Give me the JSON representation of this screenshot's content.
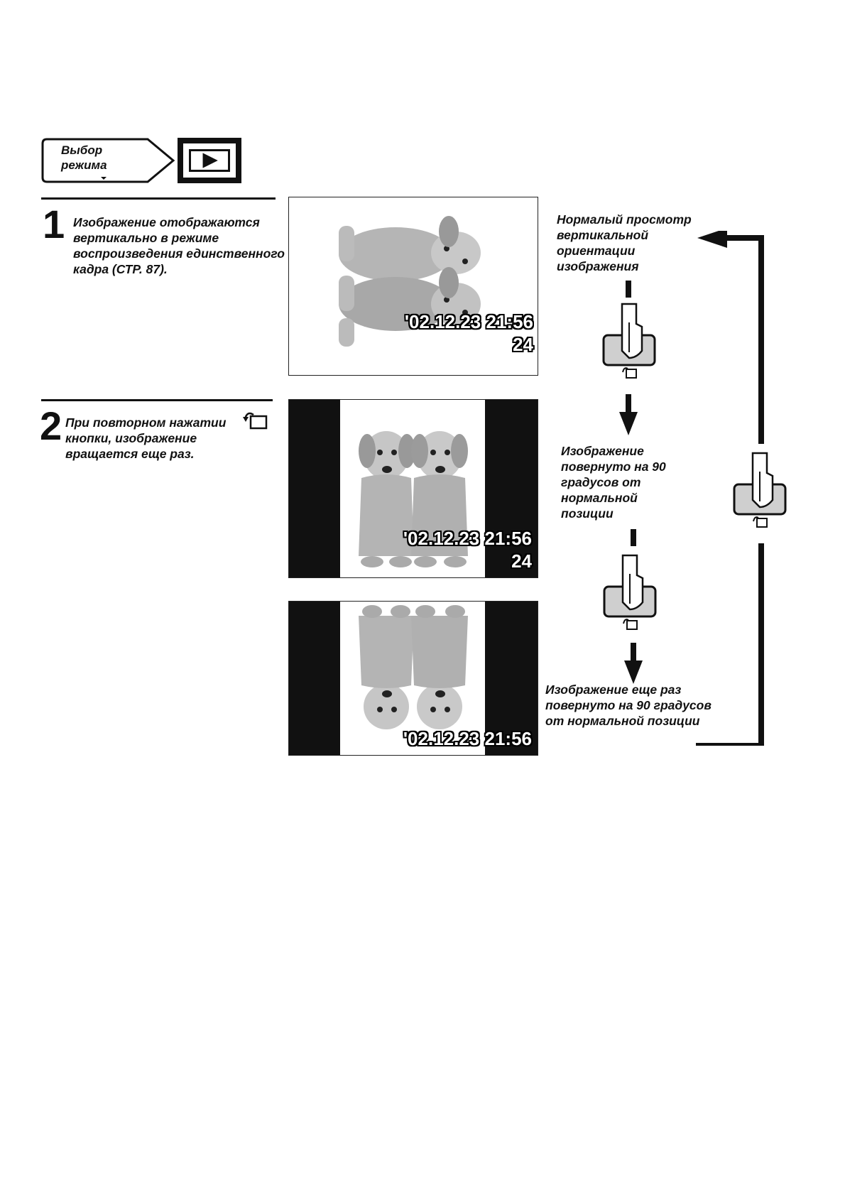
{
  "mode": {
    "label": "Выбор\nрежима",
    "icon": "play-mode-icon"
  },
  "steps": [
    {
      "number": "1",
      "text": "Изображение отображаются вертикально в режиме воспроизведения единственного кадра (СТР. 87)."
    },
    {
      "number": "2",
      "text": "При повторном нажатии кнопки, изображение вращается еще раз."
    }
  ],
  "screens": [
    {
      "date": "'02.12.23 21:56",
      "frame": "24"
    },
    {
      "date": "'02.12.23 21:56",
      "frame": "24"
    },
    {
      "date": "'02.12.23 21:56",
      "frame": ""
    }
  ],
  "captions": {
    "normal": "Нормалый просмотр\nвертикальной\nориентации\nизображения",
    "rotated_90": "Изображение\nповернуто на 90\nградусов от\nнормальной\nпозиции",
    "rotated_again": "Изображение еще раз\nповернуто на 90 градусов\nот нормальной позиции"
  },
  "icons": {
    "rotate": "rotate-icon",
    "hand_button": "hand-press-button-icon"
  },
  "colors": {
    "ink": "#111111",
    "button_fill": "#cfcfcf",
    "paper": "#ffffff"
  }
}
